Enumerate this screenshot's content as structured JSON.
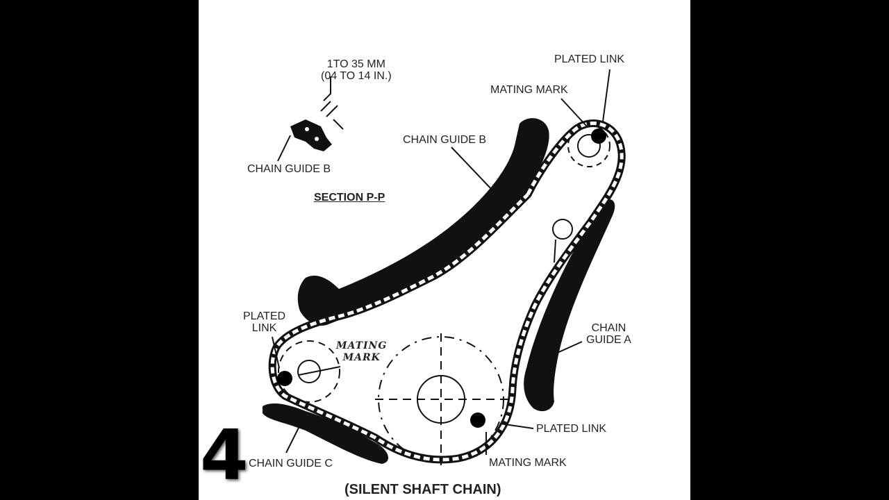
{
  "labels": {
    "clearance_line1": "1TO 35 MM",
    "clearance_line2": "(04 TO 14 IN.)",
    "chain_guide_b_section": "CHAIN GUIDE B",
    "section_title": "SECTION P-P",
    "chain_guide_b": "CHAIN GUIDE B",
    "plated_link_top": "PLATED LINK",
    "mating_mark_top": "MATING MARK",
    "plated_link_left_1": "PLATED",
    "plated_link_left_2": "LINK",
    "mating_mark_hand_1": "MATING",
    "mating_mark_hand_2": "MARK",
    "chain_guide_a_1": "CHAIN",
    "chain_guide_a_2": "GUIDE A",
    "plated_link_bottom": "PLATED LINK",
    "mating_mark_bottom": "MATING MARK",
    "chain_guide_c": "CHAIN GUIDE C",
    "caption": "(SILENT SHAFT CHAIN)",
    "step_number": "4"
  },
  "colors": {
    "background": "#000000",
    "panel": "#ffffff",
    "ink": "#111111"
  }
}
